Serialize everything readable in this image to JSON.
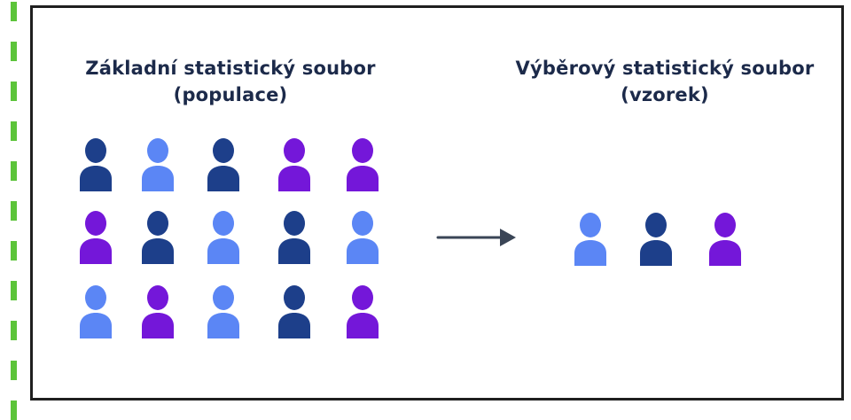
{
  "diagram": {
    "population": {
      "title_line1": "Základní statistický soubor",
      "title_line2": "(populace)",
      "rows": [
        [
          "#1d3f8a",
          "#5b86f5",
          "#1d3f8a",
          "#7417d9",
          "#7417d9"
        ],
        [
          "#7417d9",
          "#1d3f8a",
          "#5b86f5",
          "#1d3f8a",
          "#5b86f5"
        ],
        [
          "#5b86f5",
          "#7417d9",
          "#5b86f5",
          "#1d3f8a",
          "#7417d9"
        ]
      ]
    },
    "sample": {
      "title_line1": "Výběrový statistický soubor",
      "title_line2": "(vzorek)",
      "people": [
        "#5b86f5",
        "#1d3f8a",
        "#7417d9"
      ]
    },
    "arrow_color": "#3a4556",
    "frame_color": "#1f1f1f",
    "dash_color": "#5cc43a",
    "icon": "person-icon"
  }
}
